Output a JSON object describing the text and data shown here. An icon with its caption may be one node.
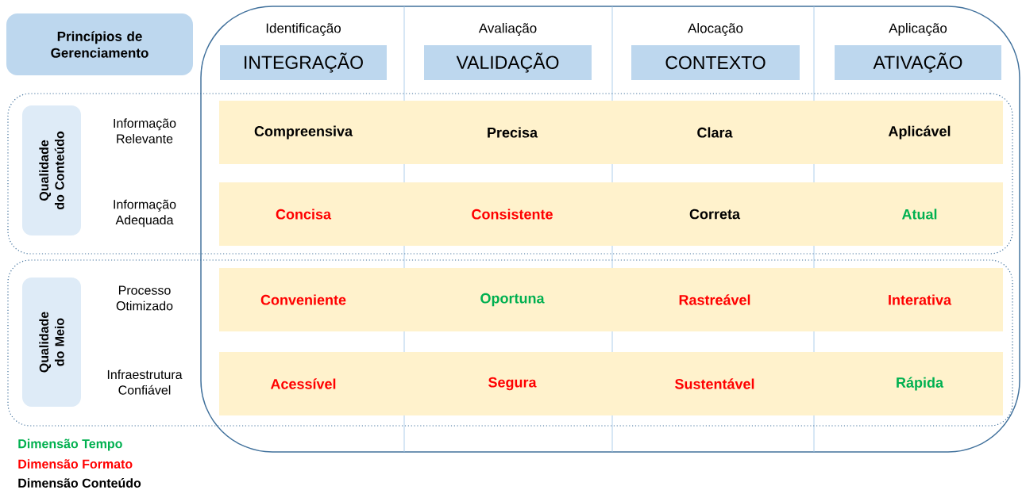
{
  "diagram": {
    "nodes": [
      {
        "text": [
          "Princípios de Gerenciamento"
        ]
      },
      {
        "text": [
          "Identificação",
          "INTEGRAÇÃO"
        ]
      },
      {
        "text": [
          "Avaliação",
          "VALIDAÇÃO"
        ]
      },
      {
        "text": [
          "Alocação",
          "CONTEXTO"
        ]
      },
      {
        "text": [
          "Aplicação",
          "ATIVAÇÃO"
        ]
      },
      {
        "text": [],
        "shape": "box"
      },
      {
        "text": [
          "Qualidade do Conteúdo"
        ],
        "in": 5
      },
      {
        "text": [
          "Compreensiva",
          "Precisa",
          "Clara",
          "Aplicável"
        ],
        "in": 5
      },
      {
        "text": [
          "Concisa",
          "Consistente",
          "Correta",
          "Atual"
        ],
        "in": 5
      },
      {
        "text": [],
        "shape": "box"
      },
      {
        "text": [
          "Qualidade do Meio"
        ],
        "in": 9
      },
      {
        "text": [
          "Conveniente",
          "Oportuna",
          "Rastreável",
          "Interativa"
        ],
        "in": 9
      },
      {
        "text": [
          "Acessível",
          "Segura",
          "Sustentável",
          "Rápida"
        ],
        "in": 9
      }
    ],
    "labels": [
      "Informação Relevante",
      "Informação Adequada",
      "Processo Otimizado",
      "Infraestrutura Confiável"
    ],
    "legend": [
      {
        "text": "Dimensão Tempo",
        "color": "#00b050"
      },
      {
        "text": "Dimensão Formato",
        "color": "#ff0000"
      },
      {
        "text": "Dimensão Conteúdo",
        "color": "#000000"
      }
    ]
  }
}
